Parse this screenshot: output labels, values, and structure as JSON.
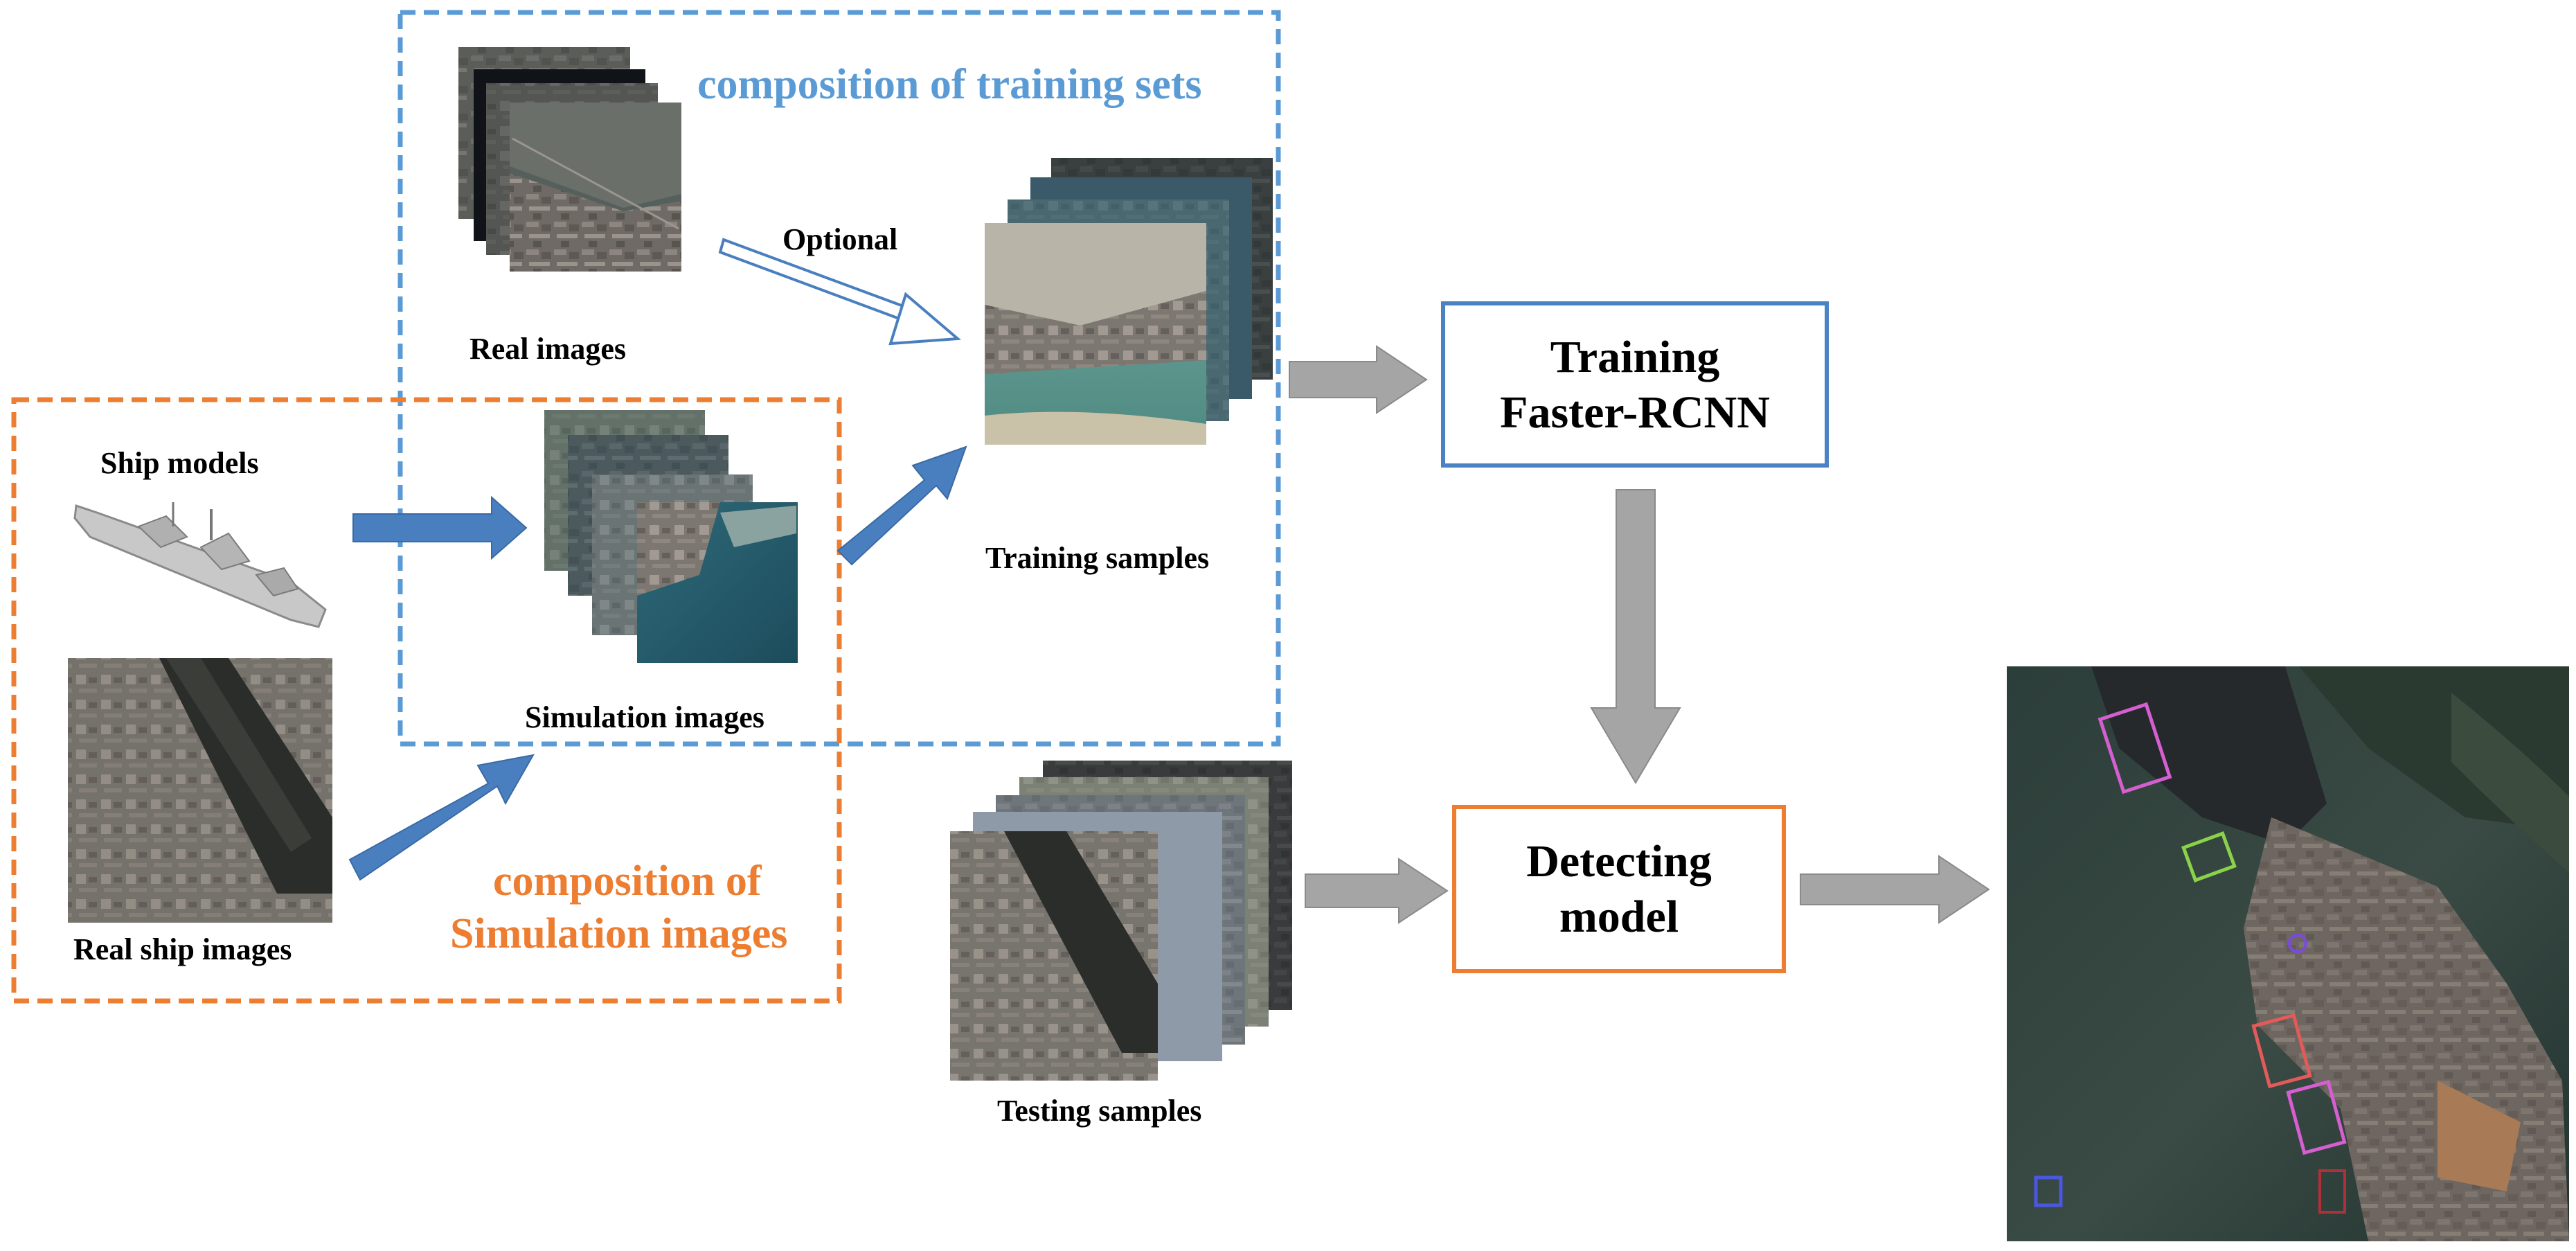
{
  "colors": {
    "blue_frame": "#5b9bd5",
    "orange_frame": "#ed7d31",
    "blue_arrow": "#4a7fbf",
    "gray_arrow": "#a5a5a5",
    "blue_title_text": "#5b9bd5",
    "orange_title_text": "#ed7d31"
  },
  "training_sets": {
    "title": "composition of training sets",
    "optional_label": "Optional"
  },
  "simulation_group": {
    "title_line1": "composition of",
    "title_line2": "Simulation images"
  },
  "labels": {
    "real_images": "Real images",
    "ship_models": "Ship models",
    "real_ship_images": "Real ship images",
    "simulation_images": "Simulation images",
    "training_samples": "Training samples",
    "testing_samples": "Testing samples"
  },
  "training_box": {
    "line1": "Training",
    "line2": "Faster-RCNN"
  },
  "detecting_box": {
    "line1": "Detecting",
    "line2": "model"
  },
  "icons": {
    "ship_model": "ship-3d-model-icon"
  }
}
